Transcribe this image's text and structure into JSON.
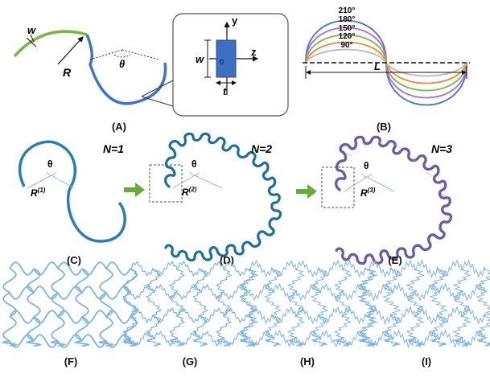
{
  "panel_a": {
    "w": "w",
    "R": "R",
    "theta": "θ",
    "axis_y": "y",
    "axis_z": "z",
    "origin": "0",
    "w_dim": "w",
    "t_dim": "t",
    "label": "(A)"
  },
  "panel_b": {
    "angles": [
      "210°",
      "180°",
      "150°",
      "120°",
      "90°"
    ],
    "L": "L",
    "label": "(B)"
  },
  "panel_c": {
    "N_title": "N=1",
    "theta": "θ",
    "R": "R",
    "R_sup": "(1)",
    "label": "(C)"
  },
  "panel_d": {
    "N_title": "N=2",
    "theta": "θ",
    "R": "R",
    "R_sup": "(2)",
    "label": "(D)"
  },
  "panel_e": {
    "N_title": "N=3",
    "theta": "θ",
    "R": "R",
    "R_sup": "(3)",
    "label": "(E)"
  },
  "bottom_labels": [
    "(F)",
    "(G)",
    "(H)",
    "(I)"
  ],
  "colors": {
    "green": "#7ab648",
    "blue": "#3f74c8",
    "teal": "#2a7db0",
    "light_blue": "#7fb3e3",
    "arrow_green": "#6aaa3a",
    "purple": "#b56ad6",
    "orange": "#f0883e",
    "gray": "#b8b8b8"
  }
}
